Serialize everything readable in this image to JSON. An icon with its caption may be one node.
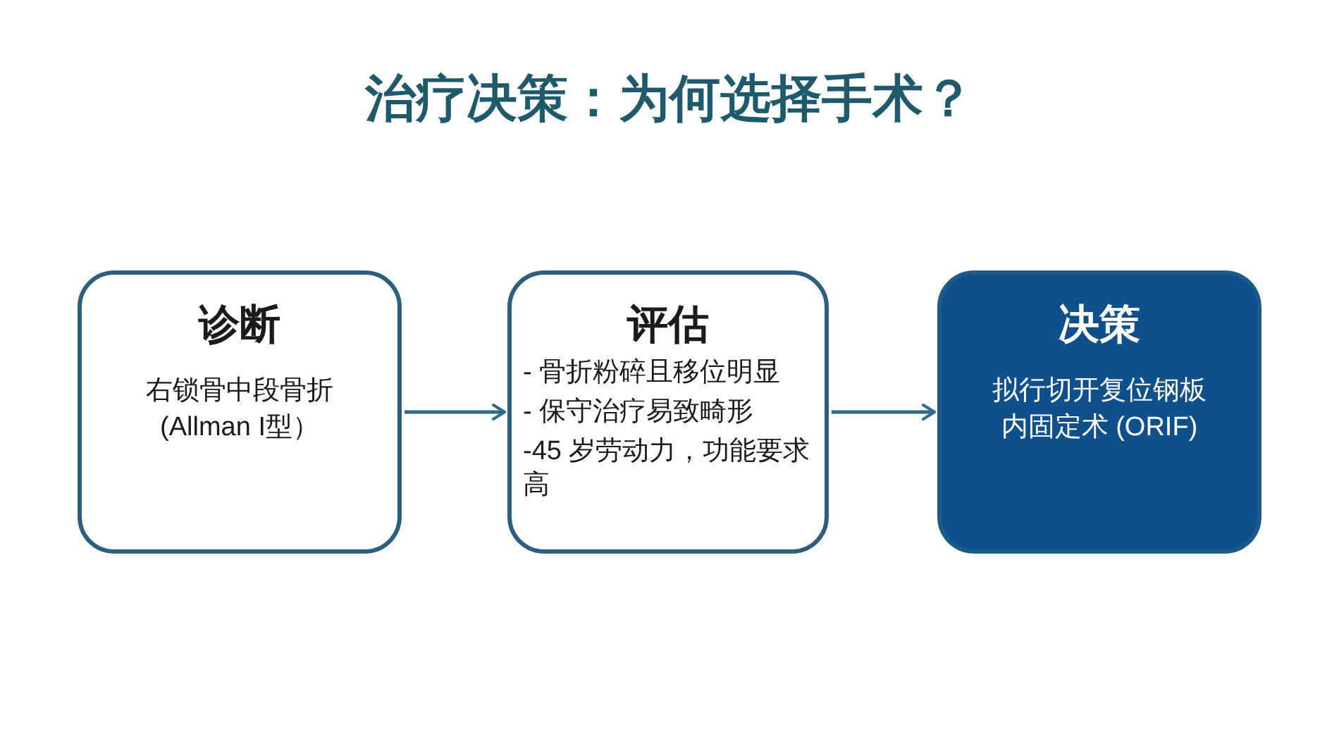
{
  "diagram": {
    "title": "治疗决策：为何选择手术？",
    "nodes": [
      {
        "text": [
          "诊断",
          "右锁骨中段骨折 (Allman I型）"
        ]
      },
      {
        "text": [
          "评估",
          "- 骨折粉碎且移位明显",
          "- 保守治疗易致畸形",
          "-45 岁劳动力，功能要求高"
        ]
      },
      {
        "text": [
          "决策",
          "拟行切开复位钢板内固定术 (ORIF)"
        ]
      }
    ],
    "edges": [
      {
        "from": 0,
        "to": 1,
        "arrow": "to"
      },
      {
        "from": 1,
        "to": 2,
        "arrow": "to"
      }
    ]
  }
}
